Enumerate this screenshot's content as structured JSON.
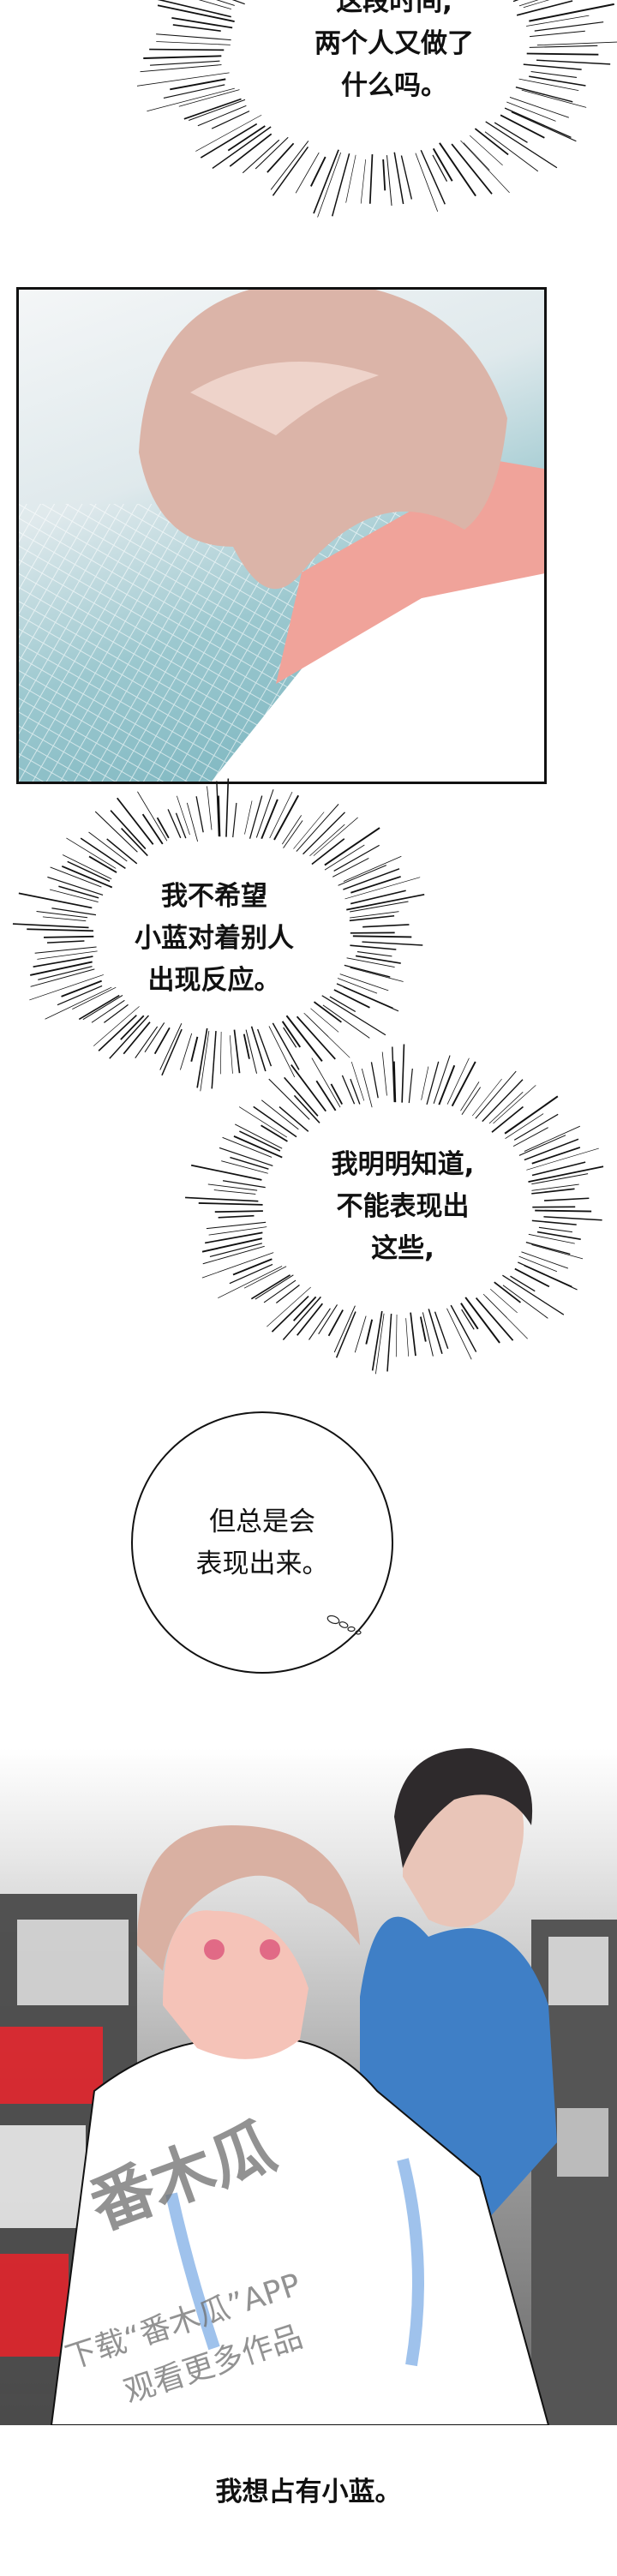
{
  "top_narration": {
    "lines": [
      "这段时间,",
      "两个人又做了",
      "什么吗。"
    ]
  },
  "panel1": {
    "description_colors": {
      "hair": "#d9b2a6",
      "skin": "#f19f98",
      "shirt": "#ffffff",
      "background": "#6faeb9"
    }
  },
  "burst1": {
    "lines": [
      "我不希望",
      "小蓝对着别人",
      "出现反应。"
    ]
  },
  "burst2": {
    "lines": [
      "我明明知道,",
      "不能表现出",
      "这些,"
    ]
  },
  "thought_bubble": {
    "lines": [
      "但总是会",
      "表现出来。"
    ]
  },
  "panel2": {
    "watermark": {
      "logo_text": "番木瓜",
      "line1": "下载“番木瓜”APP",
      "line2": "观看更多作品"
    },
    "colors": {
      "front_shirt": "#ffffff",
      "back_shirt": "#3f7fc6",
      "book_red": "#d8242b"
    }
  },
  "caption": "我想占有小蓝。"
}
